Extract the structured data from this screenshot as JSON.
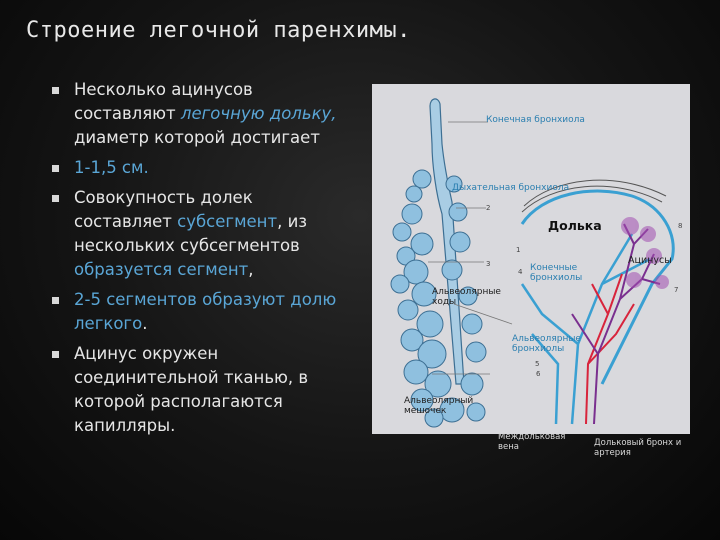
{
  "slide": {
    "title": "Строение легочной паренхимы.",
    "bullets": [
      {
        "parts": [
          {
            "text": "Несколько ацинусов составляют "
          },
          {
            "text": "легочную дольку,",
            "style": "blue-italic"
          },
          {
            "text": " диаметр которой достигает"
          }
        ]
      },
      {
        "parts": [
          {
            "text": "1-1,5 см.",
            "style": "blue"
          }
        ]
      },
      {
        "parts": [
          {
            "text": "Совокупность долек составляет "
          },
          {
            "text": "субсегмент",
            "style": "blue"
          },
          {
            "text": ", из нескольких субсегментов "
          },
          {
            "text": "образуется сегмент",
            "style": "blue"
          },
          {
            "text": ","
          }
        ]
      },
      {
        "parts": [
          {
            "text": "2-5 сегментов образуют долю легкого",
            "style": "blue"
          },
          {
            "text": "."
          }
        ]
      },
      {
        "parts": [
          {
            "text": "Ацинус окружен соединительной тканью, в которой располагаются капилляры."
          }
        ]
      }
    ]
  },
  "figure": {
    "labels": {
      "terminal_bronchiole": "Конечная бронхиола",
      "respiratory_bronchiole": "Дыхательная бронхиола",
      "lobule": "Долька",
      "acini": "Ацинусы",
      "terminal_bronchioles": "Конечные бронхиолы",
      "alveolar_ducts": "Альвеолярные ходы",
      "alveolar_bronchioles": "Альвеолярные бронхиолы",
      "alveolar_sac": "Альвеолярный мешочек",
      "interlobular_vein": "Междольковая вена",
      "lobular_bronchus_artery": "Дольковый бронх и артерия"
    },
    "numbers": [
      "1",
      "2",
      "3",
      "4",
      "5",
      "6",
      "7",
      "8"
    ],
    "colors": {
      "background": "#d9d9dd",
      "acinus_fill": "#8fc0df",
      "vessel_blue": "#3aa0d2",
      "vessel_red": "#d8243c",
      "vessel_purple": "#7a2f8f",
      "label_blue": "#2b7fb0"
    }
  }
}
